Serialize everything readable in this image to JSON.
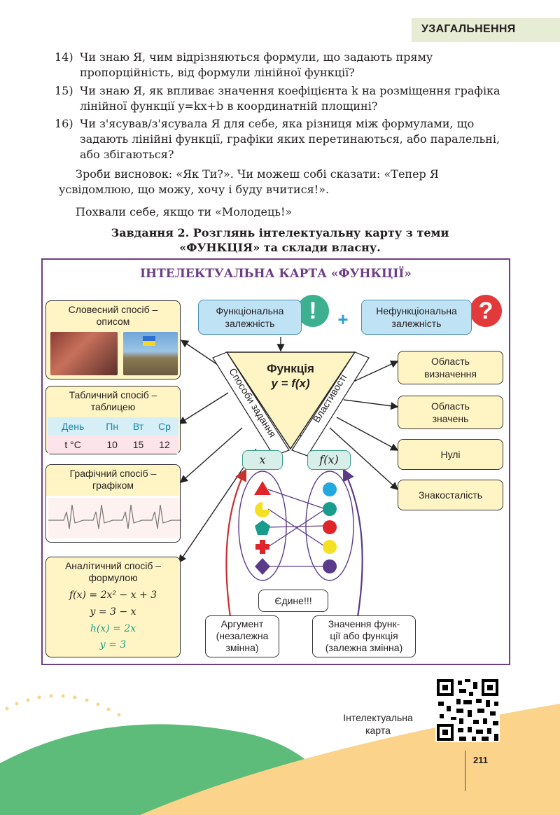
{
  "header": {
    "section": "УЗАГАЛЬНЕННЯ"
  },
  "questions": [
    {
      "num": "14)",
      "text": "Чи знаю Я, чим відрізняються формули, що задають пряму пропорційність, від формули лінійної функції?"
    },
    {
      "num": "15)",
      "text": "Чи знаю Я, як впливає значення коефіцієнта k на розміщення графіка лінійної функції y=kx+b в координатній площині?"
    },
    {
      "num": "16)",
      "text": "Чи з'ясував/з'ясувала Я для себе, яка різниця між формулами, що задають лінійні функції, графіки яких перетинаються, або паралельні, або збігаються?"
    }
  ],
  "conclusion": "Зроби висновок: «Як Ти?». Чи можеш собі сказати: «Тепер Я усвідомлюю, що можу, хочу і буду вчитися!».",
  "praise": "Похвали себе, якщо ти «Молодець!»",
  "task": {
    "line1": "Завдання 2. Розглянь інтелектуальну карту з теми",
    "line2": "«ФУНКЦІЯ» та склади власну."
  },
  "map": {
    "title": "ІНТЕЛЕКТУАЛЬНА КАРТА «ФУНКЦІЇ»",
    "functional": {
      "line1": "Функціональна",
      "line2": "залежність"
    },
    "plus": "+",
    "nonfunctional": {
      "line1": "Нефункціональна",
      "line2": "залежність"
    },
    "exclaim": "!",
    "question": "?",
    "center": {
      "line1": "Функція",
      "line2": "y = f(x)"
    },
    "left_side_label": "Способи задання",
    "right_side_label": "Властивості",
    "verbal": {
      "line1": "Словесний спосіб –",
      "line2": "описом"
    },
    "tabular": {
      "line1": "Табличний спосіб –",
      "line2": "таблицею",
      "row1": [
        "День",
        "Пн",
        "Вт",
        "Ср"
      ],
      "row2": [
        "t °C",
        "10",
        "15",
        "12"
      ]
    },
    "graphical": {
      "line1": "Графічний спосіб –",
      "line2": "графіком"
    },
    "analytic": {
      "line1": "Аналітичний спосіб –",
      "line2": "формулою",
      "f1": "f(x) = 2x² − x + 3",
      "f2": "y = 3 − x",
      "f3": "h(x) = 2x",
      "f4": "y = 3"
    },
    "properties": [
      {
        "line1": "Область",
        "line2": "визначення"
      },
      {
        "line1": "Область",
        "line2": "значень"
      },
      {
        "line1": "Нулі",
        "line2": ""
      },
      {
        "line1": "Знакосталість",
        "line2": ""
      }
    ],
    "x_label": "x",
    "fx_label": "f(x)",
    "unique": "Єдине!!!",
    "argument": {
      "line1": "Аргумент",
      "line2": "(незалежна",
      "line3": "змінна)"
    },
    "value": {
      "line1": "Значення функ-",
      "line2": "ції або функція",
      "line3": "(залежна змінна)"
    },
    "colors": {
      "frame": "#6d3d85",
      "yellow_box": "#fff5c4",
      "blue_box": "#bfe3f5",
      "green_bubble": "#3db08f",
      "red_bubble": "#e23a3a",
      "plus": "#2a9fd8"
    }
  },
  "qr_caption": {
    "line1": "Інтелектуальна",
    "line2": "карта"
  },
  "page_number": "211"
}
